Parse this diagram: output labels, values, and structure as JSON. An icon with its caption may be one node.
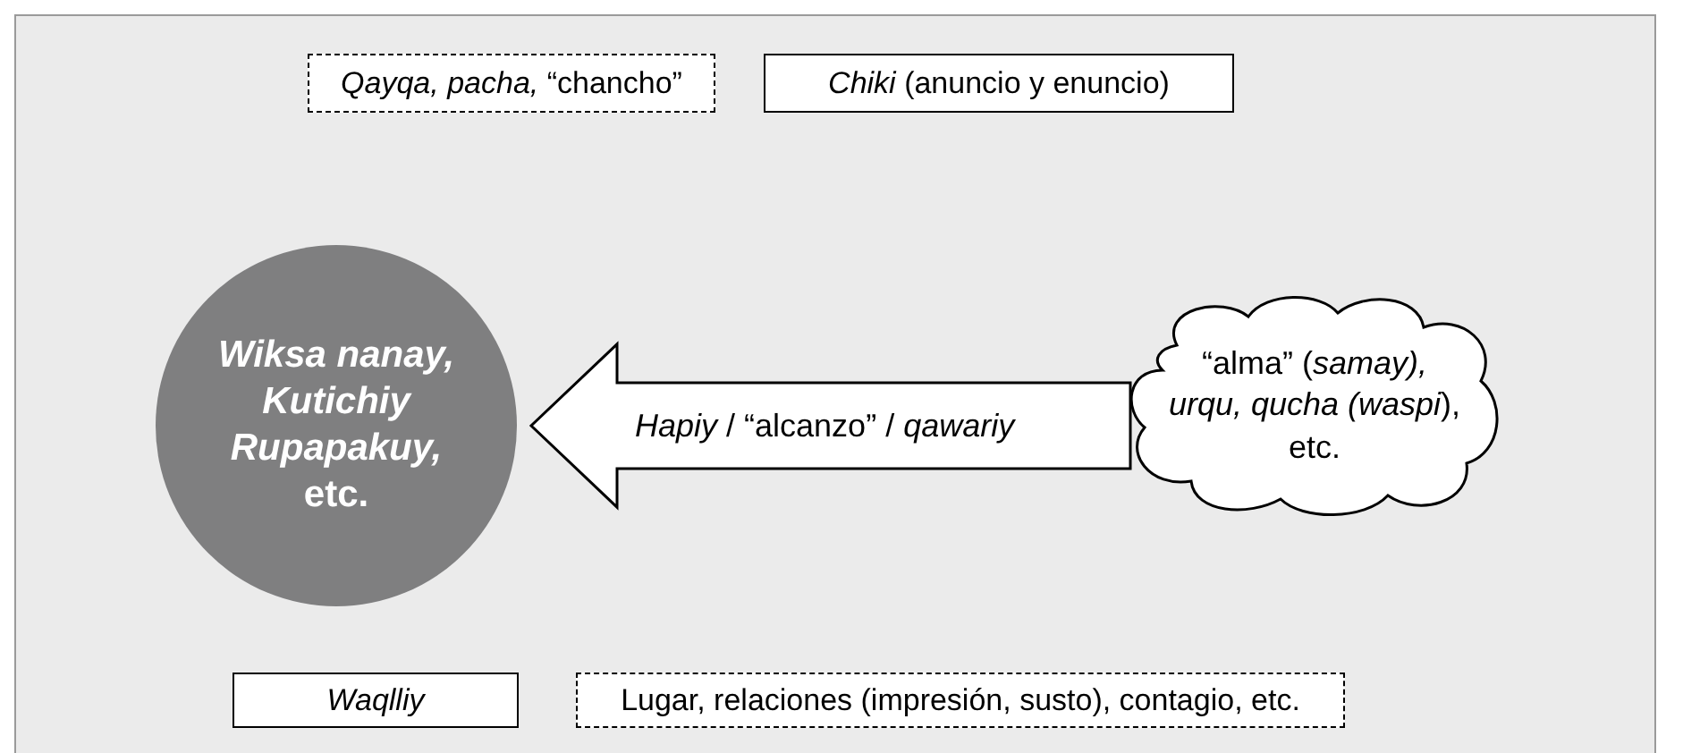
{
  "diagram": {
    "nodes": [
      {
        "text": [
          "*Qayqa, pacha,* “chancho”"
        ]
      },
      {
        "text": [
          "*Chiki* (anuncio y enuncio)"
        ]
      },
      {
        "text": [
          "*Wiksa nanay, Kutichiy Rupapakuy,* etc."
        ]
      },
      {
        "text": [
          "“alma” (*samay), urqu, qucha (waspi*), etc."
        ]
      },
      {
        "text": [
          "*Waqlliy*"
        ]
      },
      {
        "text": [
          "Lugar, relaciones (impresión, susto), contagio, etc."
        ]
      }
    ],
    "edges": [
      {
        "from": 3,
        "to": 2,
        "arrow": "to",
        "label": "*Hapiy* / “alcanzo” / *qawariy*",
        "style": "thick"
      }
    ]
  }
}
